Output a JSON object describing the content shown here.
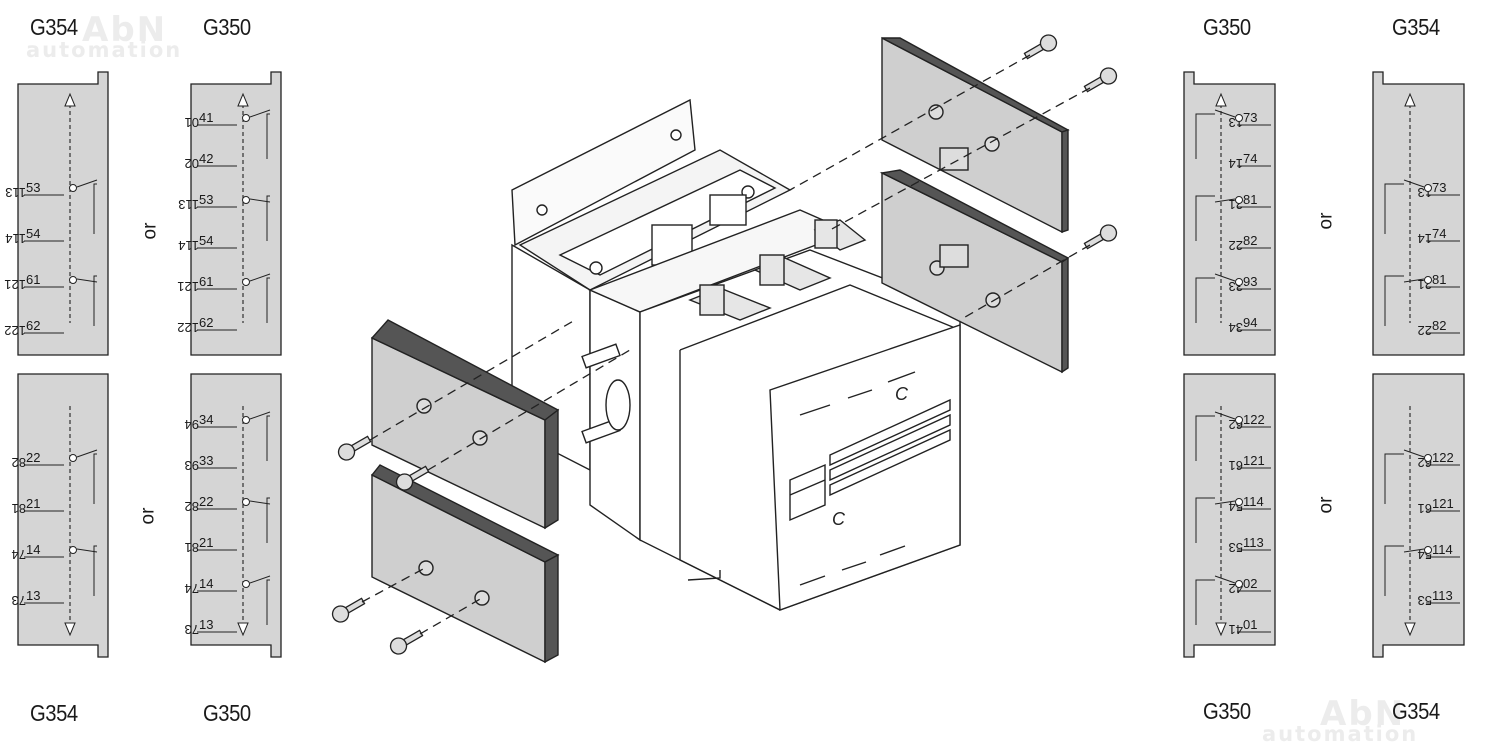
{
  "labels": {
    "top_left_a": "G354",
    "top_left_b": "G350",
    "top_right_a": "G350",
    "top_right_b": "G354",
    "bottom_left_a": "G354",
    "bottom_left_b": "G350",
    "bottom_right_a": "G350",
    "bottom_right_b": "G354"
  },
  "or_text": "or",
  "watermark": {
    "brand": "AbN",
    "sub": "automation"
  },
  "blocks": [
    {
      "id": "tl-g354",
      "terminals": [
        [
          "53",
          "113"
        ],
        [
          "54",
          "114"
        ],
        [
          "61",
          "121"
        ],
        [
          "62",
          "122"
        ]
      ]
    },
    {
      "id": "tl-g350",
      "terminals": [
        [
          "41",
          "01"
        ],
        [
          "42",
          "02"
        ],
        [
          "53",
          "113"
        ],
        [
          "54",
          "114"
        ],
        [
          "61",
          "121"
        ],
        [
          "62",
          "122"
        ]
      ]
    },
    {
      "id": "bl-g354",
      "terminals": [
        [
          "22",
          "82"
        ],
        [
          "21",
          "81"
        ],
        [
          "14",
          "74"
        ],
        [
          "13",
          "73"
        ]
      ]
    },
    {
      "id": "bl-g350",
      "terminals": [
        [
          "34",
          "94"
        ],
        [
          "33",
          "93"
        ],
        [
          "22",
          "82"
        ],
        [
          "21",
          "81"
        ],
        [
          "14",
          "74"
        ],
        [
          "13",
          "73"
        ]
      ]
    },
    {
      "id": "tr-g350",
      "terminals": [
        [
          "73",
          "13"
        ],
        [
          "74",
          "14"
        ],
        [
          "81",
          "21"
        ],
        [
          "82",
          "22"
        ],
        [
          "93",
          "33"
        ],
        [
          "94",
          "34"
        ]
      ]
    },
    {
      "id": "tr-g354",
      "terminals": [
        [
          "73",
          "13"
        ],
        [
          "74",
          "14"
        ],
        [
          "81",
          "21"
        ],
        [
          "82",
          "22"
        ]
      ]
    },
    {
      "id": "br-g350",
      "terminals": [
        [
          "122",
          "62"
        ],
        [
          "121",
          "61"
        ],
        [
          "114",
          "54"
        ],
        [
          "113",
          "53"
        ],
        [
          "02",
          "42"
        ],
        [
          "01",
          "41"
        ]
      ]
    },
    {
      "id": "br-g354",
      "terminals": [
        [
          "122",
          "62"
        ],
        [
          "121",
          "61"
        ],
        [
          "114",
          "54"
        ],
        [
          "113",
          "53"
        ]
      ]
    }
  ],
  "colors": {
    "block_fill": "#d5d5d5",
    "line": "#222222",
    "plate_fill": "#cfcfcf",
    "body_fill": "#ffffff"
  }
}
